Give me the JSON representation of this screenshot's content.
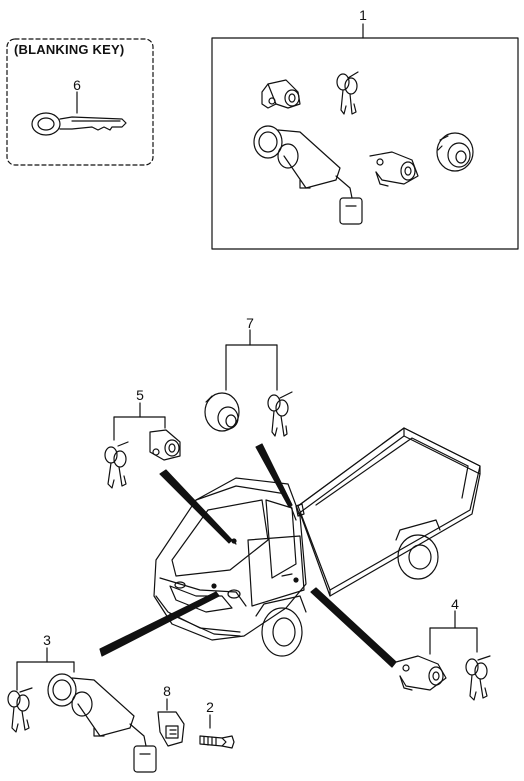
{
  "blanking_box": {
    "title": "(BLANKING KEY)",
    "callout": "6"
  },
  "callouts": {
    "c1": "1",
    "c2": "2",
    "c3": "3",
    "c4": "4",
    "c5": "5",
    "c7": "7",
    "c8": "8"
  }
}
